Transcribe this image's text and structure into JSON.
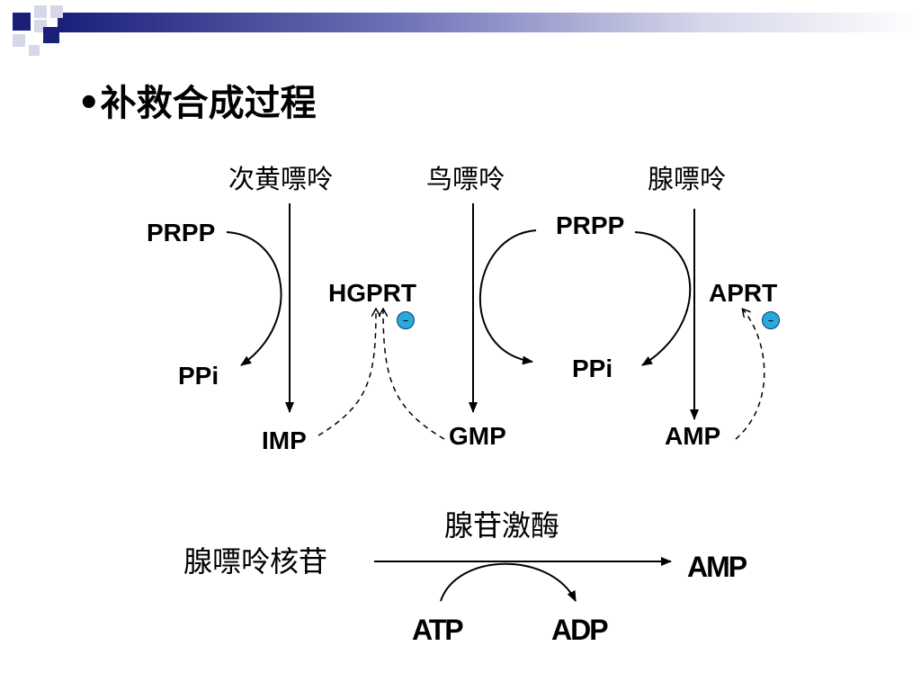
{
  "slide": {
    "title": "•补救合成过程"
  },
  "colors": {
    "banner_dark": "#1a1f7a",
    "banner_light": "#d6d7ea",
    "inhibitor_fill": "#29a8dc",
    "line": "#000000"
  },
  "diagram": {
    "bases": {
      "hypoxanthine": "次黄嘌呤",
      "guanine": "鸟嘌呤",
      "adenine": "腺嘌呤"
    },
    "prpp_left": "PRPP",
    "prpp_right": "PRPP",
    "ppi_left": "PPi",
    "ppi_right": "PPi",
    "enzymes": {
      "hgprt": "HGPRT",
      "aprt": "APRT"
    },
    "products": {
      "imp": "IMP",
      "gmp": "GMP",
      "amp": "AMP"
    },
    "inhibition_symbol": "–"
  },
  "kinase_reaction": {
    "substrate": "腺嘌呤核苷",
    "enzyme": "腺苷激酶",
    "product": "AMP",
    "cofactor_in": "ATP",
    "cofactor_out": "ADP"
  }
}
